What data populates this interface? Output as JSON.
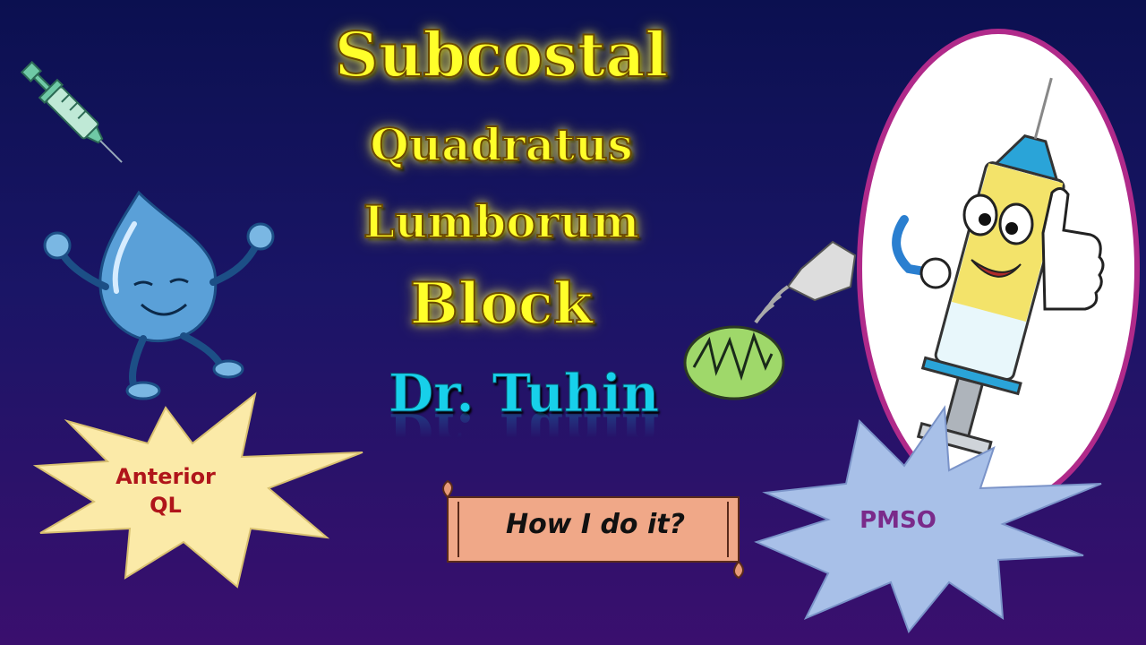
{
  "title": {
    "line1": "Subcostal",
    "line2": "Quadratus",
    "line3": "Lumborum",
    "line4": "Block"
  },
  "author": "Dr. Tuhin",
  "labels": {
    "anterior": "Anterior QL",
    "pmso": "PMSO",
    "how": "How I do it?"
  },
  "colors": {
    "title": "#ffff2a",
    "author": "#17d0ea",
    "anterior_burst": "#fbeaa8",
    "pmso_burst": "#a8c0e8",
    "scroll": "#f0a888"
  },
  "icons": [
    "syringe-icon",
    "water-drop-character-icon",
    "ultrasound-probe-icon",
    "logo-icon",
    "syringe-character-icon"
  ]
}
